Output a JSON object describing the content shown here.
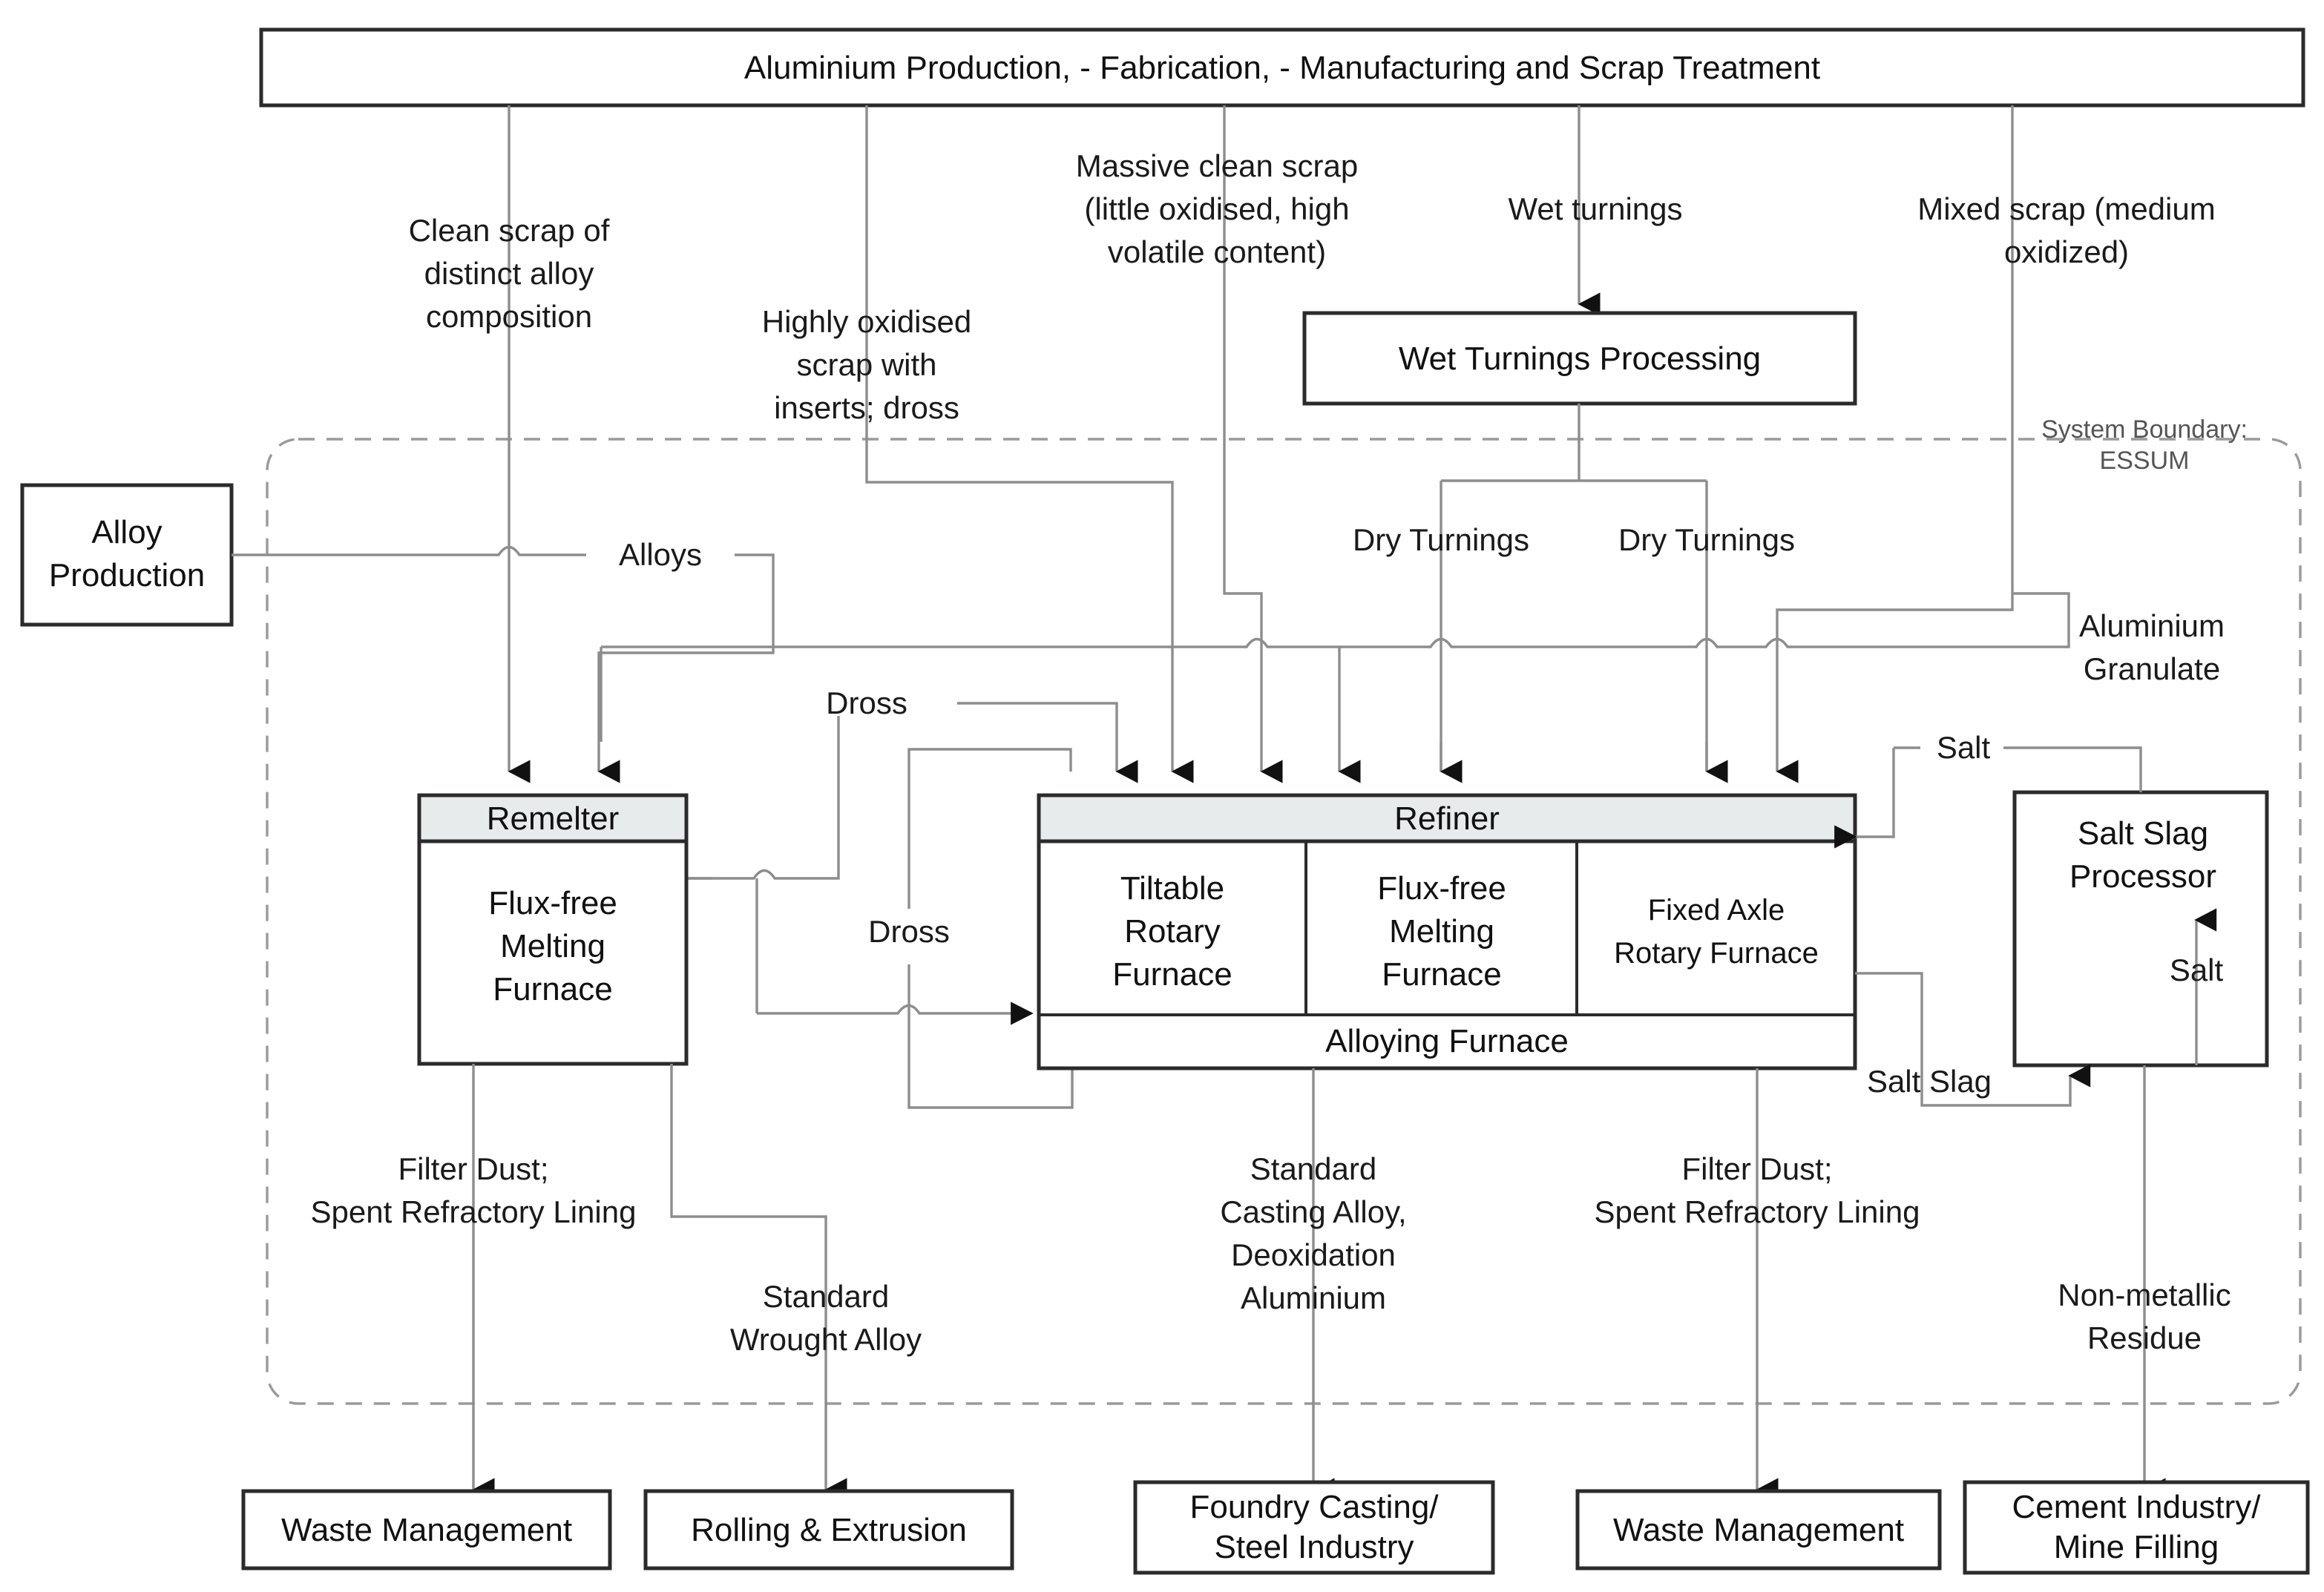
{
  "diagram": {
    "title_bar": {
      "label": "Aluminium Production, - Fabrication, - Manufacturing and Scrap Treatment"
    },
    "system_boundary": {
      "line1": "System Boundary:",
      "line2": "ESSUM"
    },
    "boxes": {
      "alloy_production": {
        "line1": "Alloy",
        "line2": "Production"
      },
      "wet_turnings_processing": {
        "label": "Wet Turnings Processing"
      },
      "remelter": {
        "header": "Remelter",
        "body_line1": "Flux-free",
        "body_line2": "Melting",
        "body_line3": "Furnace"
      },
      "refiner": {
        "header": "Refiner",
        "cell1_line1": "Tiltable",
        "cell1_line2": "Rotary",
        "cell1_line3": "Furnace",
        "cell2_line1": "Flux-free",
        "cell2_line2": "Melting",
        "cell2_line3": "Furnace",
        "cell3_line1": "Fixed Axle",
        "cell3_line2": "Rotary Furnace",
        "footer": "Alloying Furnace"
      },
      "salt_slag_processor": {
        "line1": "Salt Slag",
        "line2": "Processor"
      },
      "out_waste_left": {
        "label": "Waste Management"
      },
      "out_rolling": {
        "label": "Rolling & Extrusion"
      },
      "out_foundry": {
        "line1": "Foundry Casting/",
        "line2": "Steel Industry"
      },
      "out_waste_right": {
        "label": "Waste Management"
      },
      "out_cement": {
        "line1": "Cement Industry/",
        "line2": "Mine Filling"
      }
    },
    "flow_labels": {
      "clean_scrap": {
        "line1": "Clean scrap of",
        "line2": "distinct alloy",
        "line3": "composition"
      },
      "highly_oxidised": {
        "line1": "Highly oxidised",
        "line2": "scrap with",
        "line3": "inserts; dross"
      },
      "massive_clean_scrap": {
        "line1": "Massive clean scrap",
        "line2": "(little oxidised, high",
        "line3": "volatile content)"
      },
      "wet_turnings": {
        "label": "Wet turnings"
      },
      "mixed_scrap": {
        "line1": "Mixed scrap (medium",
        "line2": "oxidized)"
      },
      "alloys": {
        "label": "Alloys"
      },
      "dry_turnings_1": {
        "label": "Dry Turnings"
      },
      "dry_turnings_2": {
        "label": "Dry Turnings"
      },
      "aluminium_granulate": {
        "line1": "Aluminium",
        "line2": "Granulate"
      },
      "dross_upper": {
        "label": "Dross"
      },
      "dross_lower": {
        "label": "Dross"
      },
      "salt_top": {
        "label": "Salt"
      },
      "salt_bottom": {
        "label": "Salt"
      },
      "salt_slag": {
        "label": "Salt Slag"
      },
      "filter_dust_left": {
        "line1": "Filter Dust;",
        "line2": "Spent Refractory Lining"
      },
      "standard_wrought_alloy": {
        "line1": "Standard",
        "line2": "Wrought Alloy"
      },
      "standard_casting": {
        "line1": "Standard",
        "line2": "Casting Alloy,",
        "line3": "Deoxidation",
        "line4": "Aluminium"
      },
      "filter_dust_right": {
        "line1": "Filter Dust;",
        "line2": "Spent Refractory Lining"
      },
      "non_metallic_residue": {
        "line1": "Non-metallic",
        "line2": "Residue"
      }
    },
    "colors": {
      "header_band": "#e8ebec",
      "box_stroke": "#2b2b2b",
      "connector": "#8d8d8d",
      "boundary": "#9a9a9a"
    }
  }
}
